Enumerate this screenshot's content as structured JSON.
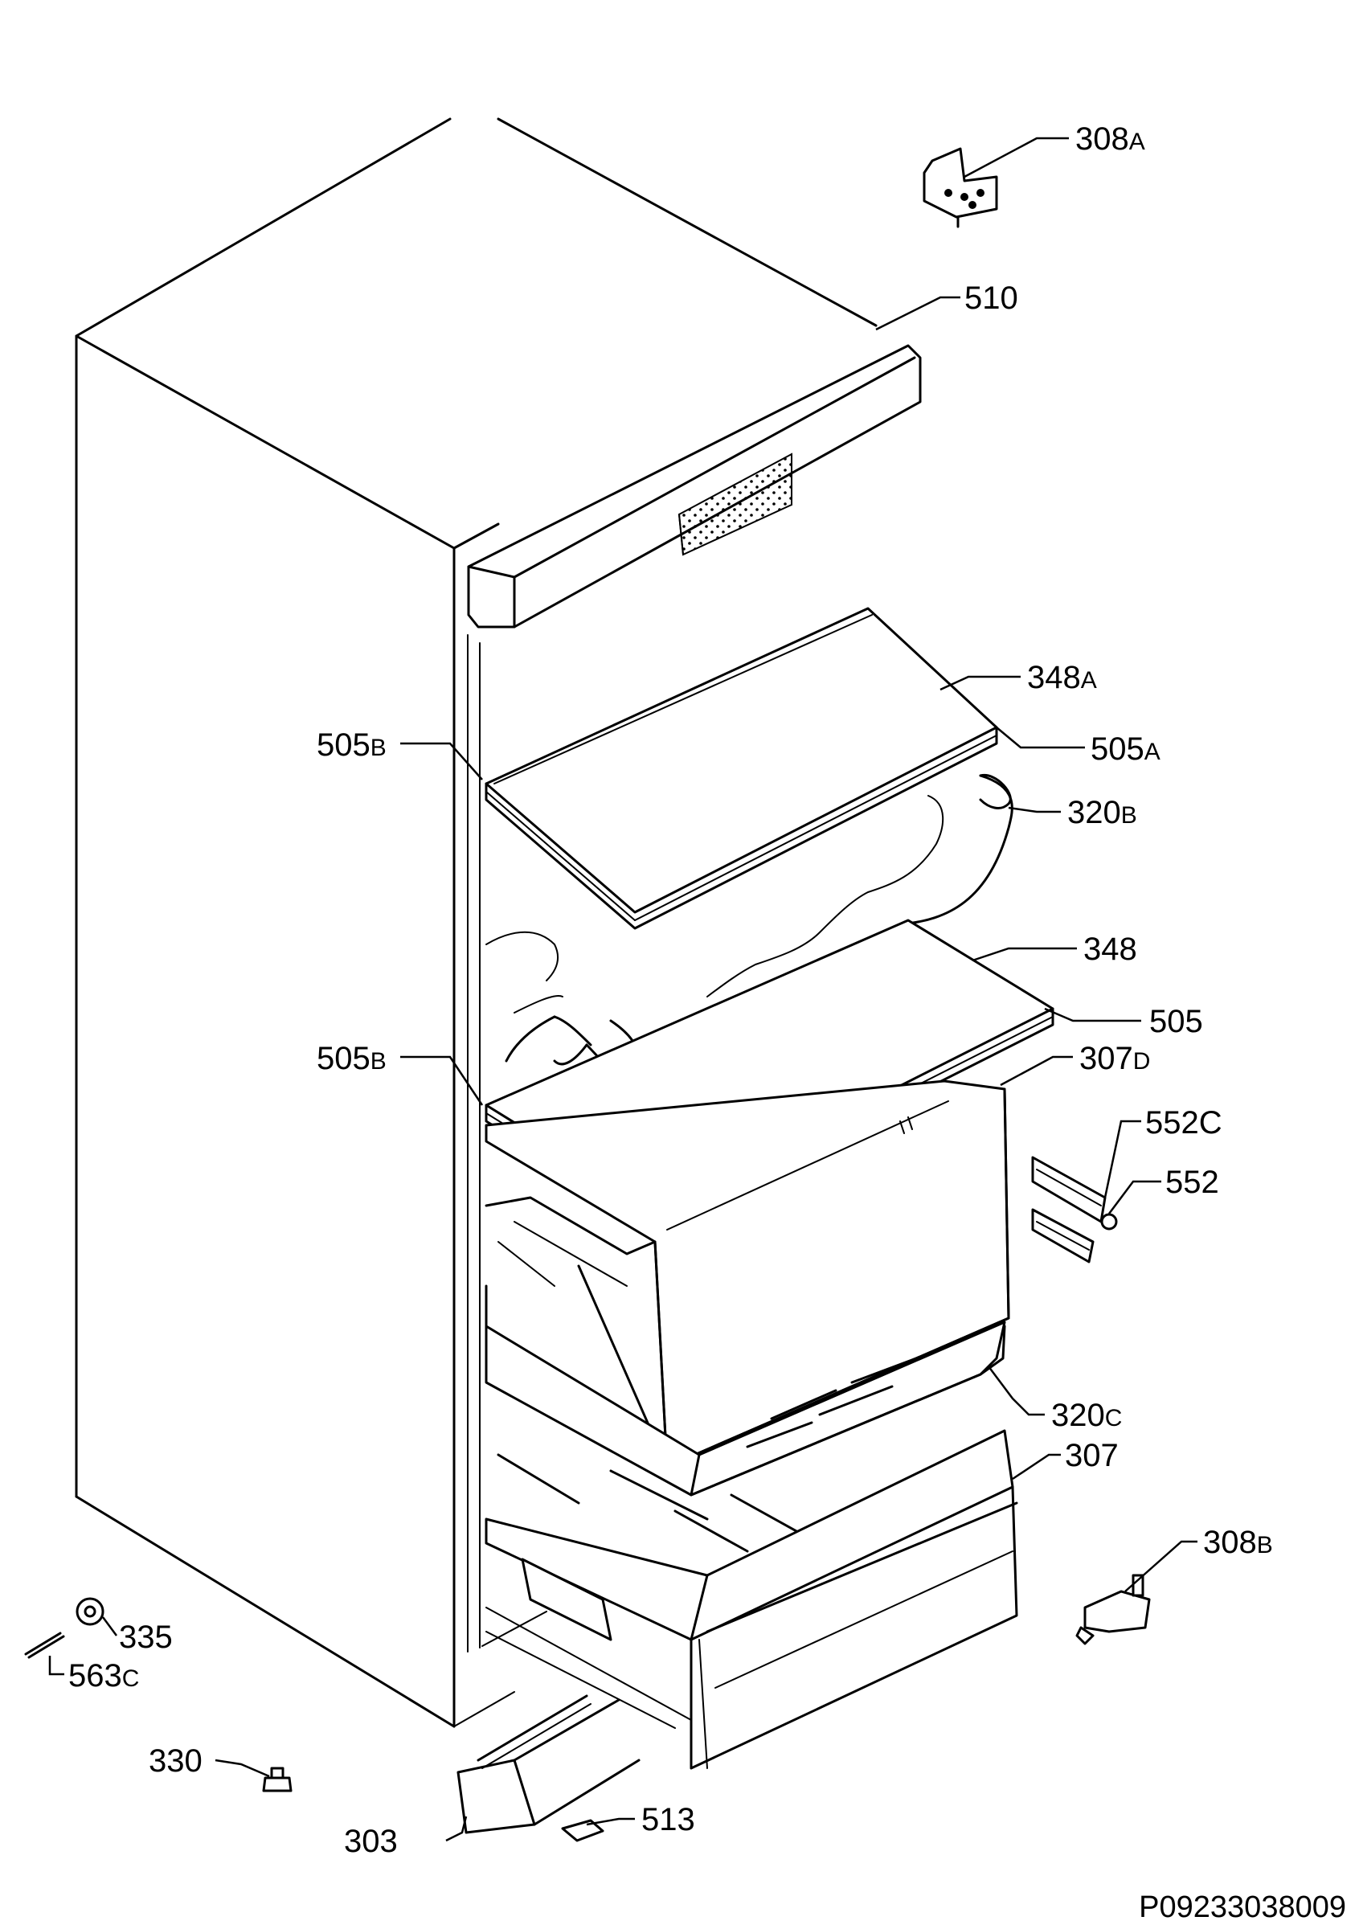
{
  "drawing_code": "P09233038009",
  "parts": [
    {
      "id": "p308A",
      "num": "308",
      "suffix": "A"
    },
    {
      "id": "p510",
      "num": "510",
      "suffix": ""
    },
    {
      "id": "p348A",
      "num": "348",
      "suffix": "A"
    },
    {
      "id": "p505B_top",
      "num": "505",
      "suffix": "B"
    },
    {
      "id": "p505A",
      "num": "505",
      "suffix": "A"
    },
    {
      "id": "p320B",
      "num": "320",
      "suffix": "B"
    },
    {
      "id": "p348",
      "num": "348",
      "suffix": ""
    },
    {
      "id": "p505",
      "num": "505",
      "suffix": ""
    },
    {
      "id": "p505B_bot",
      "num": "505",
      "suffix": "B"
    },
    {
      "id": "p307D",
      "num": "307",
      "suffix": "D"
    },
    {
      "id": "p552C",
      "num": "552",
      "suffix": "C"
    },
    {
      "id": "p552",
      "num": "552",
      "suffix": ""
    },
    {
      "id": "p320C",
      "num": "320",
      "suffix": "C"
    },
    {
      "id": "p307",
      "num": "307",
      "suffix": ""
    },
    {
      "id": "p308B",
      "num": "308",
      "suffix": "B"
    },
    {
      "id": "p335",
      "num": "335",
      "suffix": ""
    },
    {
      "id": "p563C",
      "num": "563",
      "suffix": "C"
    },
    {
      "id": "p330",
      "num": "330",
      "suffix": ""
    },
    {
      "id": "p513",
      "num": "513",
      "suffix": ""
    },
    {
      "id": "p303",
      "num": "303",
      "suffix": ""
    }
  ]
}
